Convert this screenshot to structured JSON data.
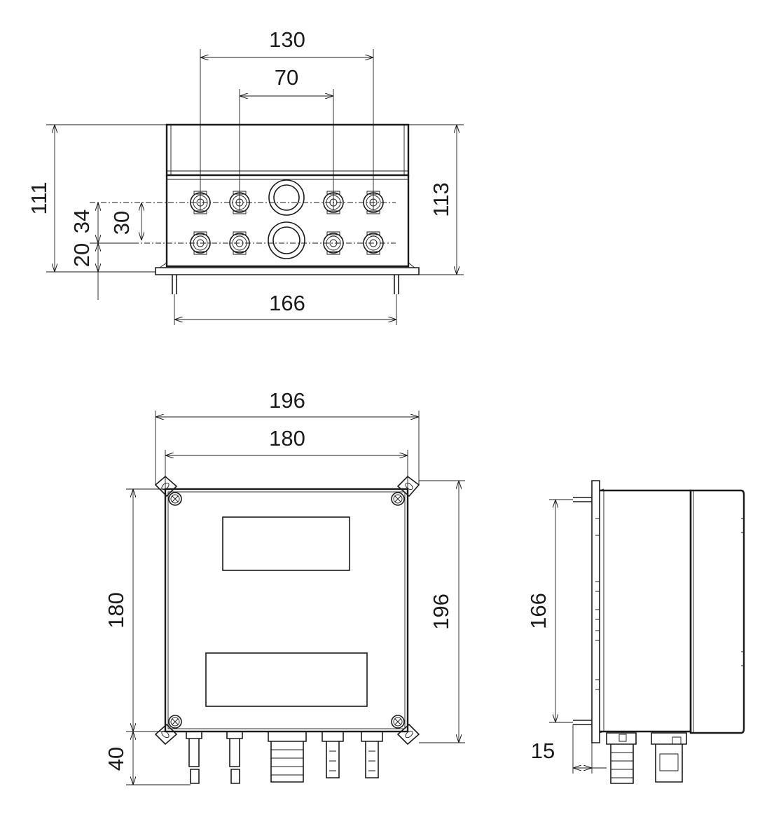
{
  "dimensions": {
    "top_view": {
      "width_outer_pitch": "130",
      "width_inner_pitch": "70",
      "height_left": "111",
      "row_pitch_left": "34",
      "row_pitch_inner": "30",
      "bottom_offset": "20",
      "height_right": "113",
      "mounting_width": "166"
    },
    "front_view": {
      "outer_width": "196",
      "inner_width": "180",
      "inner_height": "180",
      "outer_height": "196",
      "connector_depth": "40"
    },
    "side_view": {
      "mount_height": "166",
      "flange_offset": "15"
    }
  }
}
